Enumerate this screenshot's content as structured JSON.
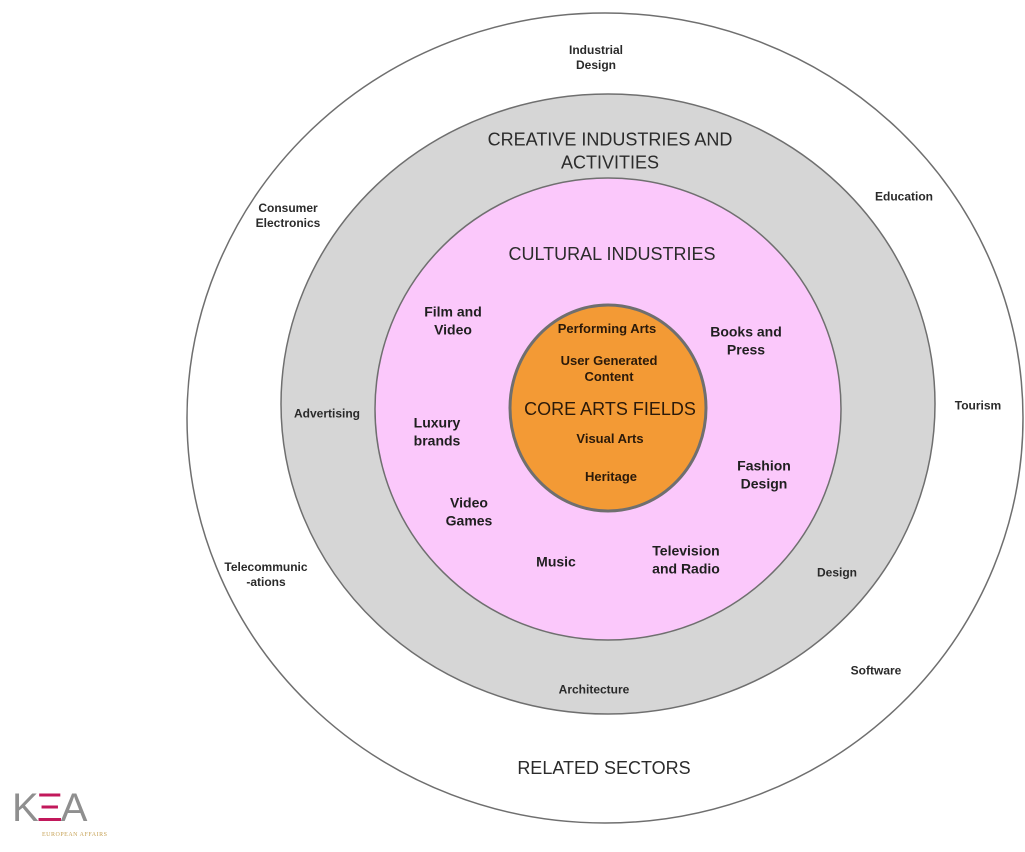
{
  "colors": {
    "outer_fill": "#ffffff",
    "ring_gray": "#d6d6d6",
    "ring_pink": "#fbc8fb",
    "core_orange": "#f39a35",
    "stroke": "#6f6f6f"
  },
  "rings": {
    "related_sectors": {
      "title": "RELATED SECTORS",
      "items": {
        "industrial_design": "Industrial\nDesign",
        "education": "Education",
        "consumer_electronics": "Consumer\nElectronics",
        "tourism": "Tourism",
        "telecommunications": "Telecommunic\n-ations",
        "software": "Software"
      }
    },
    "creative": {
      "title": "CREATIVE INDUSTRIES AND\nACTIVITIES",
      "items": {
        "advertising": "Advertising",
        "design": "Design",
        "architecture": "Architecture"
      }
    },
    "cultural": {
      "title": "CULTURAL INDUSTRIES",
      "items": {
        "film_video": "Film and\nVideo",
        "books_press": "Books and\nPress",
        "luxury_brands": "Luxury\nbrands",
        "fashion_design": "Fashion\nDesign",
        "video_games": "Video\nGames",
        "music": "Music",
        "television_radio": "Television\nand Radio"
      }
    },
    "core": {
      "title": "CORE ARTS FIELDS",
      "items": {
        "performing_arts": "Performing Arts",
        "user_generated": "User Generated\nContent",
        "visual_arts": "Visual Arts",
        "heritage": "Heritage"
      }
    }
  },
  "logo": {
    "text_k": "K",
    "text_e": "Ξ",
    "text_a": "A",
    "tagline": "EUROPEAN AFFAIRS"
  }
}
